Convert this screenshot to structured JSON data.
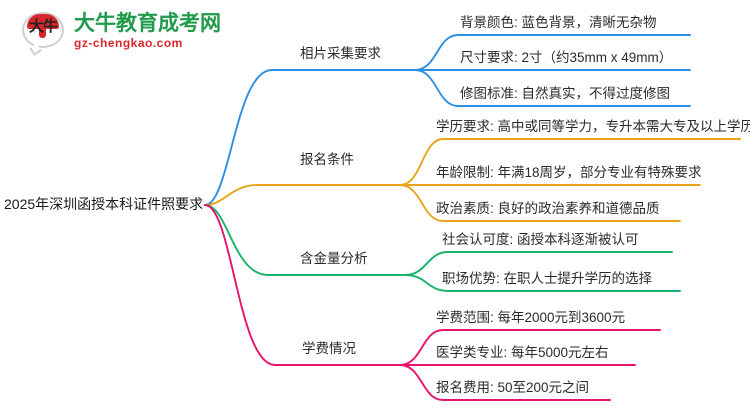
{
  "logo": {
    "mark_text": "大牛",
    "title": "大牛教育成考网",
    "subtitle": "gz-chengkao.com",
    "brand_green": "#1f9b4b",
    "brand_red": "#d9272e"
  },
  "mindmap": {
    "root": {
      "label": "2025年深圳函授本科证件照要求"
    },
    "branches": [
      {
        "label": "相片采集要求",
        "color": "#2b8fe3",
        "leaves": [
          "背景颜色: 蓝色背景，清晰无杂物",
          "尺寸要求: 2寸（约35mm x 49mm）",
          "修图标准: 自然真实，不得过度修图"
        ]
      },
      {
        "label": "报名条件",
        "color": "#e8a317",
        "leaves": [
          "学历要求: 高中或同等学力，专升本需大专及以上学历",
          "年龄限制: 年满18周岁，部分专业有特殊要求",
          "政治素质: 良好的政治素养和道德品质"
        ]
      },
      {
        "label": "含金量分析",
        "color": "#16b46a",
        "leaves": [
          "社会认可度: 函授本科逐渐被认可",
          "职场优势: 在职人士提升学历的选择"
        ]
      },
      {
        "label": "学费情况",
        "color": "#e8136c",
        "leaves": [
          "学费范围: 每年2000元到3600元",
          "医学类专业: 每年5000元左右",
          "报名费用: 50至200元之间"
        ]
      }
    ]
  }
}
